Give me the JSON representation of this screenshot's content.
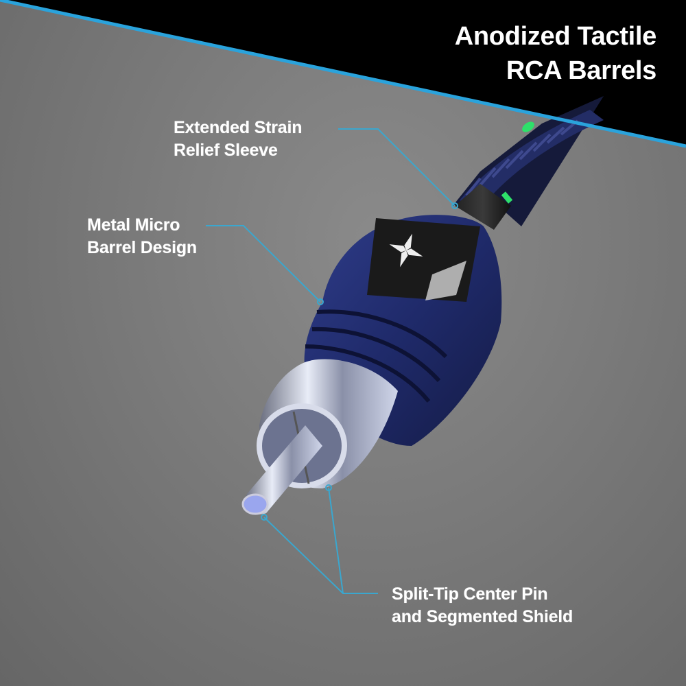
{
  "header": {
    "title_line1": "Anodized Tactile",
    "title_line2": "RCA Barrels"
  },
  "callouts": [
    {
      "line1": "Extended Strain",
      "line2": "Relief Sleeve"
    },
    {
      "line1": "Metal Micro",
      "line2": "Barrel Design"
    },
    {
      "line1": "Split-Tip Center Pin",
      "line2": "and Segmented Shield"
    }
  ],
  "product": {
    "name": "RCA connector",
    "logo_icon": "x-logo-icon",
    "accent_color": "#2aa3dc",
    "barrel_color": "#1e2a6b",
    "cable_stripe_color": "#2ee06a"
  },
  "colors": {
    "banner_background": "#000000",
    "divider_line": "#2aa3dc",
    "background": "#7c7c7c",
    "text": "#ffffff"
  }
}
